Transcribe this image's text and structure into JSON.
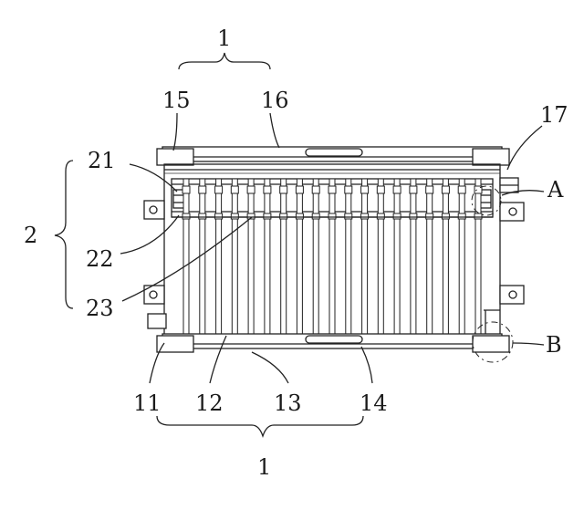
{
  "labels": {
    "top_group": "1",
    "bottom_group": "1",
    "left_group": "2",
    "l15": "15",
    "l16": "16",
    "l17": "17",
    "l21": "21",
    "l22": "22",
    "l23": "23",
    "l11": "11",
    "l12": "12",
    "l13": "13",
    "l14": "14",
    "detail_a": "A",
    "detail_b": "B"
  },
  "drawing": {
    "tube_count": 19,
    "line_color": "#222222",
    "background": "#ffffff"
  }
}
